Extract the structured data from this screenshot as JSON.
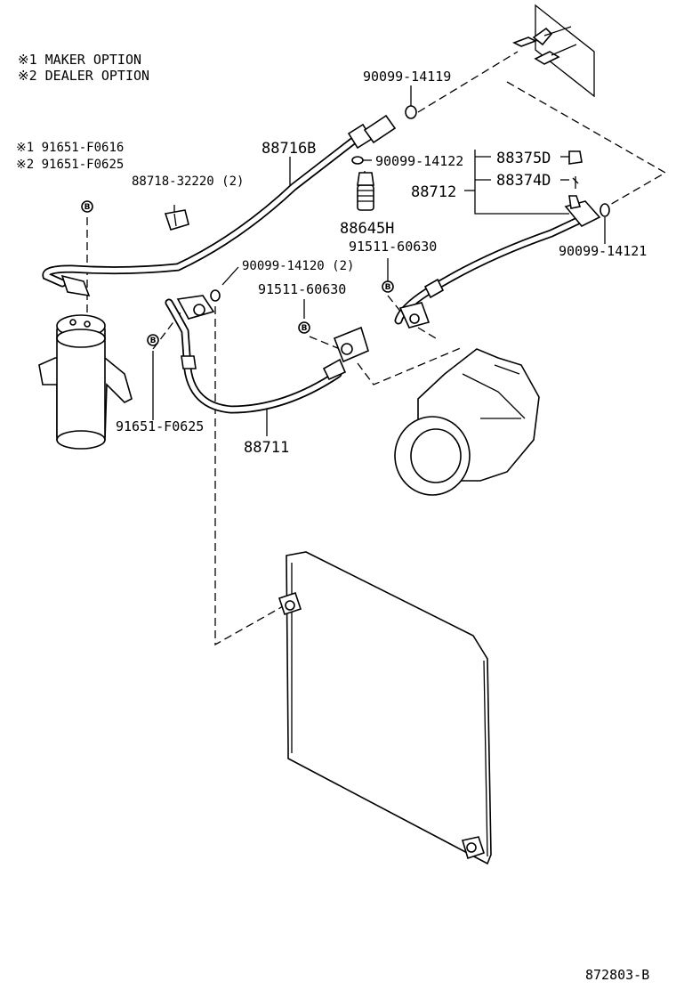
{
  "legend": {
    "maker": "※1 MAKER OPTION",
    "dealer": "※2 DEALER OPTION"
  },
  "labels": {
    "p90099_14119": "90099-14119",
    "p88716B": "88716B",
    "p90099_14122": "90099-14122",
    "p88375D": "88375D",
    "p88374D": "88374D",
    "p88712": "88712",
    "p91651_F0616": "※1 91651-F0616",
    "p91651_F0625_opt": "※2 91651-F0625",
    "p88718_32220": "88718-32220 (2)",
    "p88645H": "88645H",
    "p91511_60630_a": "91511-60630",
    "p90099_14121": "90099-14121",
    "p90099_14120": "90099-14120 (2)",
    "p91511_60630_b": "91511-60630",
    "p91651_F0625": "91651-F0625",
    "p88711": "88711"
  },
  "bolt_mark": "B",
  "footer": {
    "code": "872803-B"
  }
}
